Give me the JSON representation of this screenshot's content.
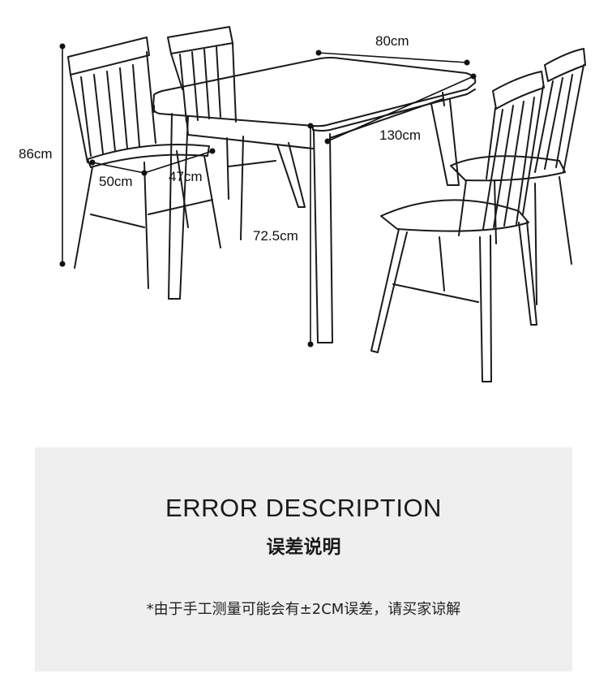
{
  "dimensions": {
    "width": "80cm",
    "length": "130cm",
    "table_height": "72.5cm",
    "chair_height": "86cm",
    "chair_width": "50cm",
    "chair_depth": "47cm"
  },
  "error_section": {
    "title_en": "ERROR DESCRIPTION",
    "title_cn": "误差说明",
    "note": "*由于手工测量可能会有±2CM误差，请买家谅解"
  },
  "colors": {
    "line": "#111111",
    "panel_background": "#efefef"
  }
}
